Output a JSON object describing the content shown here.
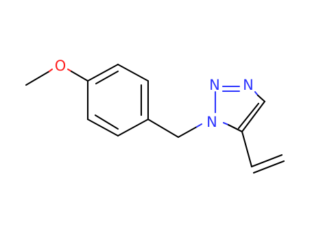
{
  "colors": {
    "bond": "#000000",
    "nitrogen": "#2b33ff",
    "oxygen": "#ff1f1f",
    "background": "#ffffff"
  },
  "atoms": {
    "o1": "O",
    "n1": "N",
    "n2": "N",
    "n3": "N"
  }
}
